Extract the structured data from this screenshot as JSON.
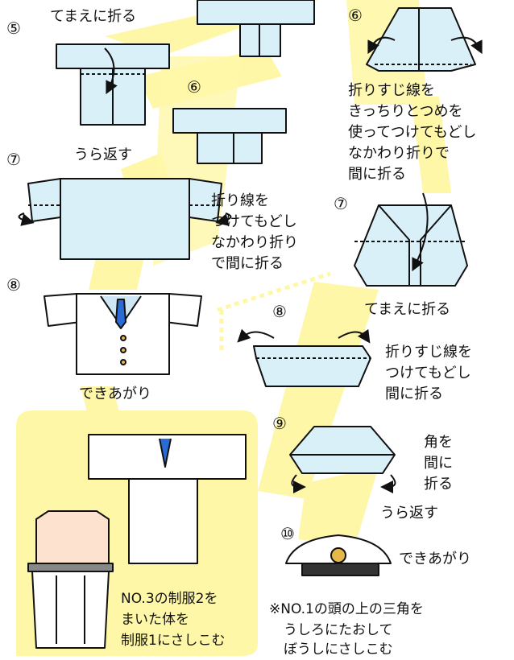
{
  "steps": {
    "s5": {
      "num": "⑤",
      "label": "てまえに折る"
    },
    "s6a": {
      "num": "⑥"
    },
    "s7a": {
      "num": "⑦",
      "label": "うら返す",
      "note": [
        "折り線を",
        "つけてもどし",
        "なかわり折り",
        "で間に折る"
      ]
    },
    "s8a": {
      "num": "⑧",
      "label": "できあがり"
    },
    "s6b": {
      "num": "⑥",
      "note": [
        "折りすじ線を",
        "きっちりとつめを",
        "使ってつけてもどし",
        "なかわり折りで",
        "間に折る"
      ]
    },
    "s7b": {
      "num": "⑦",
      "label": "てまえに折る"
    },
    "s8b": {
      "num": "⑧",
      "note": [
        "折りすじ線を",
        "つけてもどし",
        "間に折る"
      ]
    },
    "s9": {
      "num": "⑨",
      "note": [
        "角を",
        "間に",
        "折る"
      ]
    },
    "s10": {
      "num": "⑩",
      "flip": "うら返す",
      "label": "できあがり"
    }
  },
  "assembly_note": [
    "NO.3の制服2を",
    "まいた体を",
    "制服1にさしこむ"
  ],
  "hat_note": [
    "※NO.1の頭の上の三角を",
    "うしろにたおして",
    "ぼうしにさしこむ"
  ],
  "colors": {
    "paper": "#daf0f8",
    "guide": "#fff7a8",
    "ink": "#111111",
    "skin": "#fde3cf"
  }
}
